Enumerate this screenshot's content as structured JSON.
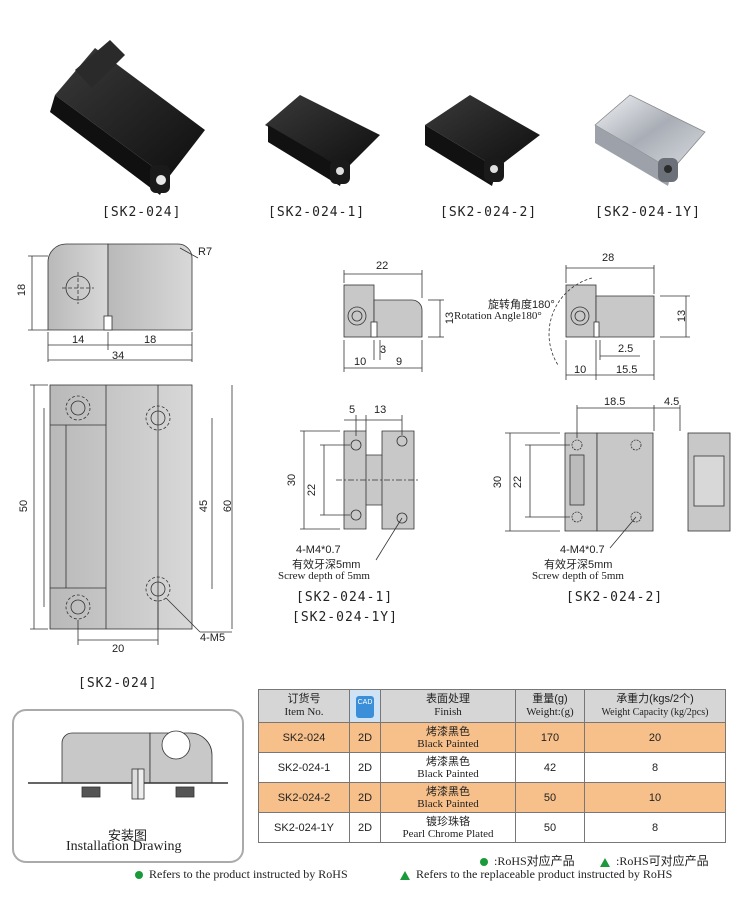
{
  "products": [
    {
      "code": "[SK2-024]"
    },
    {
      "code": "[SK2-024-1]"
    },
    {
      "code": "[SK2-024-2]"
    },
    {
      "code": "[SK2-024-1Y]"
    }
  ],
  "drawing_main": {
    "r7": "R7",
    "d18_height": "18",
    "d14": "14",
    "d18_width": "18",
    "d34": "34",
    "d50": "50",
    "d45": "45",
    "d60": "60",
    "d20": "20",
    "thread": "4-M5",
    "caption": "[SK2-024]"
  },
  "drawing_side1": {
    "d22": "22",
    "d13": "13",
    "d3": "3",
    "d10": "10",
    "d9": "9"
  },
  "drawing_side2": {
    "d28": "28",
    "rotation_cn": "旋转角度180°",
    "rotation_en": "Rotation Angle180°",
    "d13": "13",
    "d2_5": "2.5",
    "d10": "10",
    "d15_5": "15.5"
  },
  "drawing_front1": {
    "d5": "5",
    "d13": "13",
    "d30": "30",
    "d22": "22",
    "thread": "4-M4*0.7",
    "depth_cn": "有效牙深5mm",
    "depth_en": "Screw depth of 5mm",
    "caption1": "[SK2-024-1]",
    "caption2": "[SK2-024-1Y]"
  },
  "drawing_front2": {
    "d18_5": "18.5",
    "d4_5": "4.5",
    "d30": "30",
    "d22": "22",
    "thread": "4-M4*0.7",
    "depth_cn": "有效牙深5mm",
    "depth_en": "Screw depth of 5mm",
    "caption": "[SK2-024-2]"
  },
  "installation": {
    "cn": "安装图",
    "en": "Installation Drawing"
  },
  "table": {
    "headers": {
      "item_cn": "订货号",
      "item_en": "Item No.",
      "cad": "CAD",
      "finish_cn": "表面处理",
      "finish_en": "Finish",
      "weight_cn": "重量(g)",
      "weight_en": "Weight:(g)",
      "capacity_cn": "承重力(kgs/2个)",
      "capacity_en": "Weight Capacity (kg/2pcs)"
    },
    "rows": [
      {
        "item": "SK2-024",
        "cad": "2D",
        "finish_cn": "烤漆黑色",
        "finish_en": "Black Painted",
        "weight": "170",
        "capacity": "20"
      },
      {
        "item": "SK2-024-1",
        "cad": "2D",
        "finish_cn": "烤漆黑色",
        "finish_en": "Black Painted",
        "weight": "42",
        "capacity": "8"
      },
      {
        "item": "SK2-024-2",
        "cad": "2D",
        "finish_cn": "烤漆黑色",
        "finish_en": "Black Painted",
        "weight": "50",
        "capacity": "10"
      },
      {
        "item": "SK2-024-1Y",
        "cad": "2D",
        "finish_cn": "镀珍珠铬",
        "finish_en": "Pearl Chrome Plated",
        "weight": "50",
        "capacity": "8"
      }
    ]
  },
  "legend": {
    "rohs_cn": ":RoHS对应产品",
    "rohs_replace_cn": ":RoHS可对应产品",
    "rohs_en": "Refers to the product instructed by RoHS",
    "rohs_replace_en": "Refers to the replaceable product instructed by RoHS"
  },
  "colors": {
    "highlight_row": "#f7c08a",
    "header_bg": "#d6d6d6",
    "rohs_green": "#1a9a3a",
    "part_gray": "#c4c4c4"
  }
}
